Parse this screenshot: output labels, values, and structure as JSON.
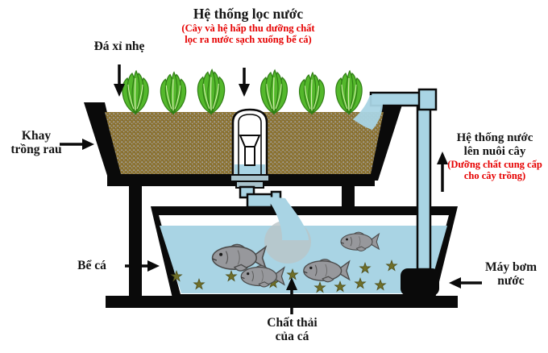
{
  "diagram": {
    "title": {
      "heading": "Hệ thống lọc nước",
      "note_line1": "(Cây và hệ hấp thu dưỡng chất",
      "note_line2": "lọc ra nước sạch xuống bể cá)"
    },
    "labels": {
      "growing_media": "Đá xỉ nhẹ",
      "grow_tray_line1": "Khay",
      "grow_tray_line2": "trồng rau",
      "water_system_line1": "Hệ thống nước",
      "water_system_line2": "lên nuôi cây",
      "water_system_note1": "(Dưỡng chất cung cấp",
      "water_system_note2": "cho cây trồng)",
      "fish_tank": "Bể cá",
      "pump_line1": "Máy bơm",
      "pump_line2": "nước",
      "fish_waste_line1": "Chất thải",
      "fish_waste_line2": "của cá"
    },
    "colors": {
      "label_text": "#141414",
      "note_text": "#e60000",
      "water": "#a9d4e4",
      "media_brown": "#8d7434",
      "media_speckle": "#a6a9ae",
      "plant_green": "#54b82c",
      "plant_dark": "#2f7d14",
      "plant_vein": "#d8f0b0",
      "fish_gray": "#97989c",
      "fish_outline": "#4c4c4c",
      "waste_olive": "#6f6f28",
      "splash_gray": "#b9c4c7",
      "outline_black": "#0a0a0a",
      "flange_gray": "#a8c3cc"
    }
  }
}
